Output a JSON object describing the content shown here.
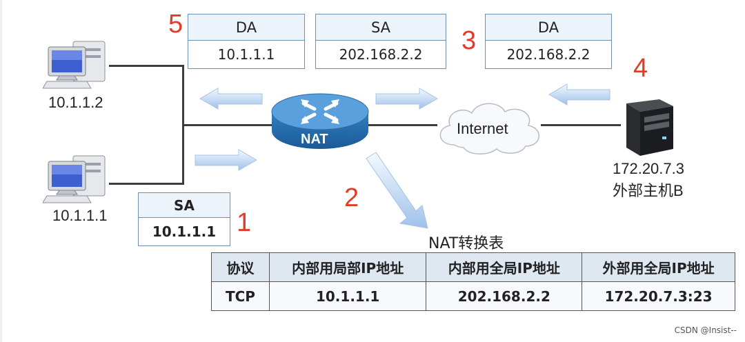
{
  "headers": {
    "step5": {
      "number": "5",
      "title": "DA",
      "value": "10.1.1.1"
    },
    "middle": {
      "title": "SA",
      "value": "202.168.2.2"
    },
    "step3": {
      "number": "3",
      "title": "DA",
      "value": "202.168.2.2"
    },
    "step1": {
      "number": "1",
      "title": "SA",
      "value": "10.1.1.1"
    }
  },
  "steps": {
    "two": "2",
    "four": "4"
  },
  "nodes": {
    "pc_top": "10.1.1.2",
    "pc_bottom": "10.1.1.1",
    "router": "NAT",
    "cloud": "Internet",
    "server_ip": "172.20.7.3",
    "server_name": "外部主机B"
  },
  "table": {
    "title": "NAT转换表",
    "columns": [
      "协议",
      "内部用局部IP地址",
      "内部用全局IP地址",
      "外部用全局IP地址"
    ],
    "rows": [
      [
        "TCP",
        "10.1.1.1",
        "202.168.2.2",
        "172.20.7.3:23"
      ]
    ]
  },
  "watermark": "CSDN @Insist--",
  "colors": {
    "step": "#e03c28",
    "arrow": "#a8c8ec",
    "router": "#2d75b4",
    "header_border": "#6d8fb1"
  }
}
